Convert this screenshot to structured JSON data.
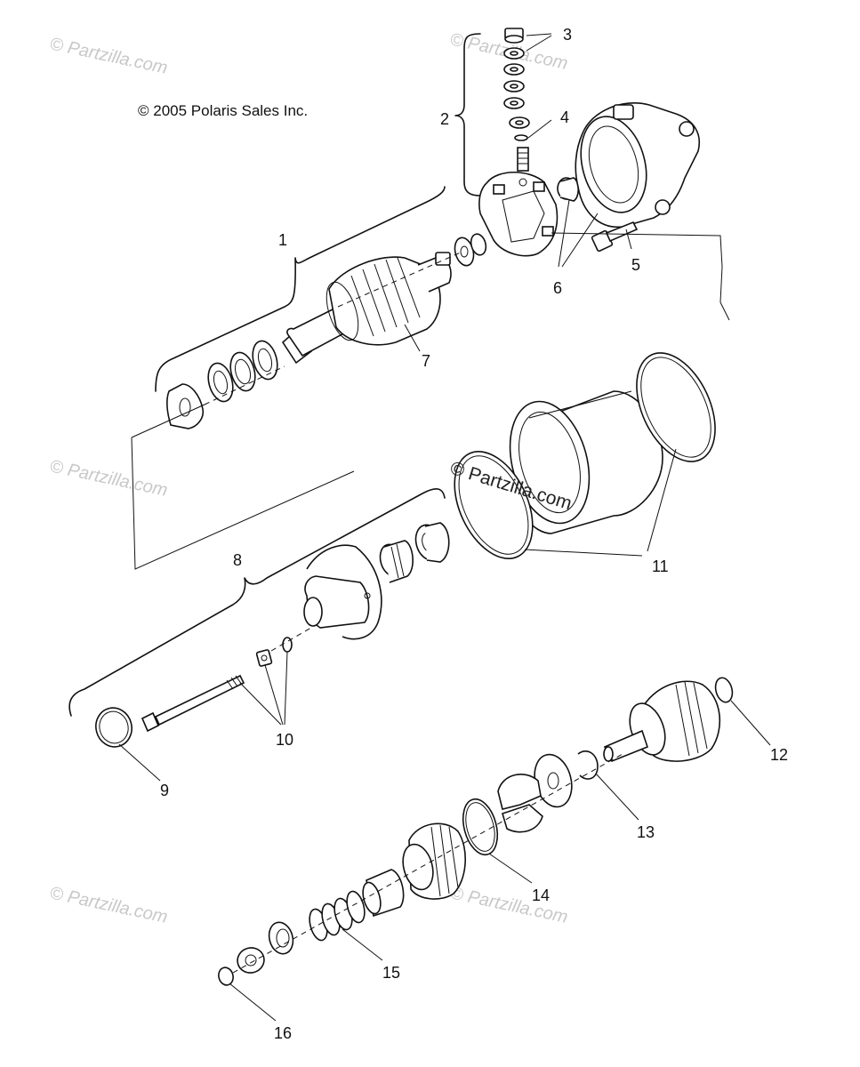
{
  "copyright": "© 2005 Polaris Sales Inc.",
  "watermark": "© Partzilla.com",
  "center_watermark": "© Partzilla.com",
  "callouts": [
    "1",
    "2",
    "3",
    "4",
    "5",
    "6",
    "7",
    "8",
    "9",
    "10",
    "11",
    "12",
    "13",
    "14",
    "15",
    "16"
  ]
}
